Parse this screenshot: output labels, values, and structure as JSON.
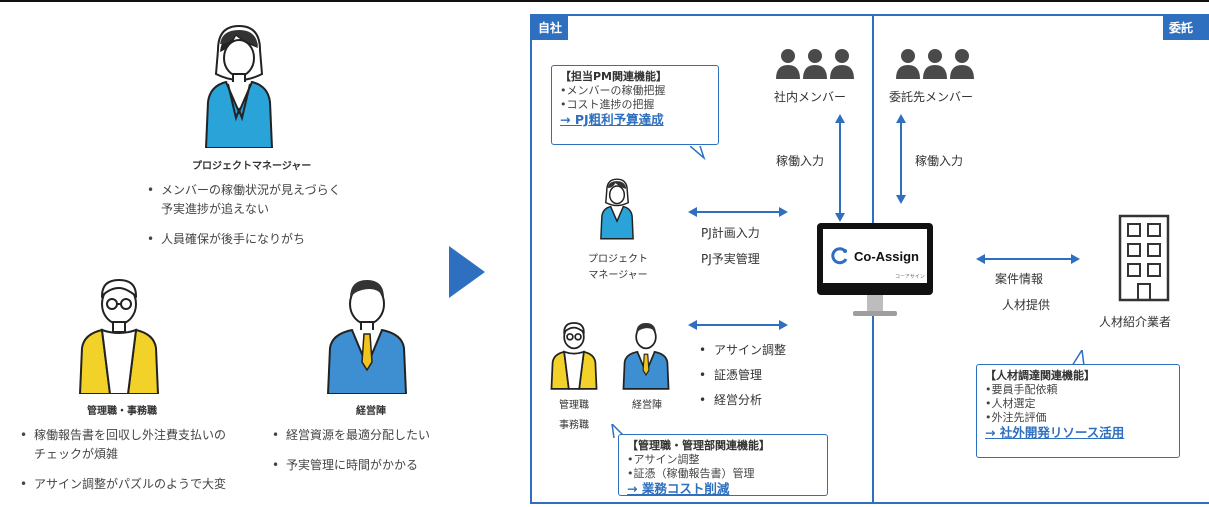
{
  "left": {
    "pm": {
      "label": "プロジェクトマネージャー",
      "bullets": [
        "メンバーの稼働状況が見えづらく\n予実進捗が追えない",
        "人員確保が後手になりがち"
      ]
    },
    "admin": {
      "label": "管理職・事務職",
      "bullets": [
        "稼働報告書を回収し外注費支払いの\nチェックが煩雑",
        "アサイン調整がパズルのようで大変"
      ]
    },
    "exec": {
      "label": "経営陣",
      "bullets": [
        "経営資源を最適分配したい",
        "予実管理に時間がかかる"
      ]
    }
  },
  "diagram": {
    "own_tag": "自社",
    "partner_tag": "委託先",
    "internal_members": "社内メンバー",
    "partner_members": "委託先メンバー",
    "work_input_left": "稼働入力",
    "work_input_right": "稼働入力",
    "pm_label_line1": "プロジェクト",
    "pm_label_line2": "マネージャー",
    "pj_plan": "PJ計画入力",
    "pj_actual": "PJ予実管理",
    "admin_label_line1": "管理職",
    "admin_label_line2": "事務職",
    "exec_label": "経営陣",
    "admin_items": [
      "アサイン調整",
      "証憑管理",
      "経営分析"
    ],
    "logo": "Co-Assign",
    "logo_sub": "コーアサイン",
    "case_info": "案件情報",
    "talent_supply": "人材提供",
    "agency": "人材紹介業者",
    "pm_callout": {
      "title": "【担当PM関連機能】",
      "items": [
        "•メンバーの稼働把握",
        "•コスト進捗の把握"
      ],
      "result": "→ PJ粗利予算達成"
    },
    "admin_callout": {
      "title": "【管理職・管理部関連機能】",
      "items": [
        "•アサイン調整",
        "•証憑（稼働報告書）管理"
      ],
      "result": "→ 業務コスト削減"
    },
    "talent_callout": {
      "title": "【人材調達関連機能】",
      "items": [
        "•要員手配依頼",
        "•人材選定",
        "•外注先評価"
      ],
      "result": "→ 社外開発リソース活用"
    }
  },
  "colors": {
    "accent": "#2f6fbf",
    "pm_jacket": "#29a3d8",
    "admin_cardigan": "#f2d128",
    "exec_suit": "#3d8fd1",
    "exec_tie": "#f0c419"
  }
}
